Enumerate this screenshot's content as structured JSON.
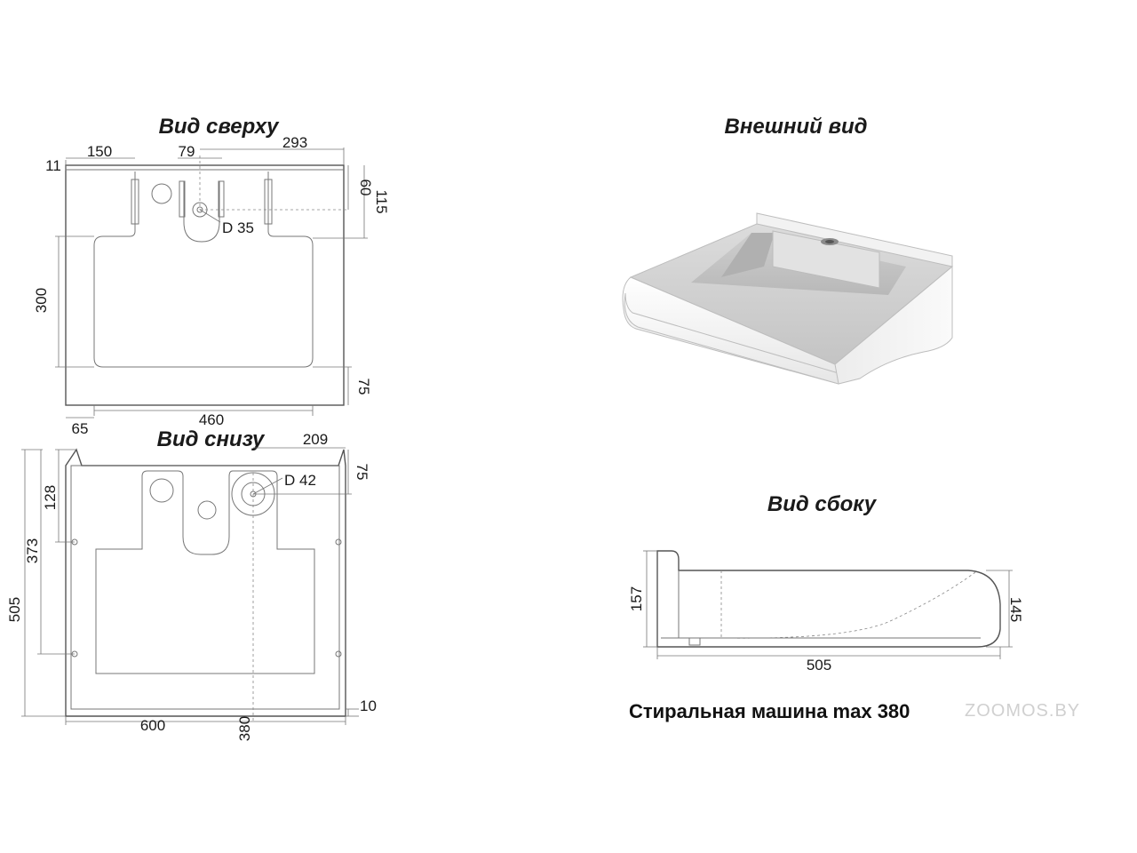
{
  "views": {
    "top": {
      "title": "Вид сверху"
    },
    "external": {
      "title": "Внешний вид"
    },
    "bottom": {
      "title": "Вид снизу"
    },
    "side": {
      "title": "Вид сбоку"
    }
  },
  "dimensions": {
    "top": {
      "d150": "150",
      "d79": "79",
      "d293": "293",
      "d11": "11",
      "d60": "60",
      "d115": "115",
      "d35": "D 35",
      "d300": "300",
      "d75": "75",
      "d460": "460",
      "d65": "65"
    },
    "bottom": {
      "d209": "209",
      "d75": "75",
      "d42": "D 42",
      "d128": "128",
      "d373": "373",
      "d505": "505",
      "d10": "10",
      "d600": "600",
      "d380": "380"
    },
    "side": {
      "d157": "157",
      "d145": "145",
      "d505": "505"
    }
  },
  "caption": "Стиральная машина max 380",
  "watermark": "ZOOMOS.BY",
  "colors": {
    "line": "#555555",
    "text": "#1a1a1a",
    "watermark": "#d0d0d0"
  }
}
